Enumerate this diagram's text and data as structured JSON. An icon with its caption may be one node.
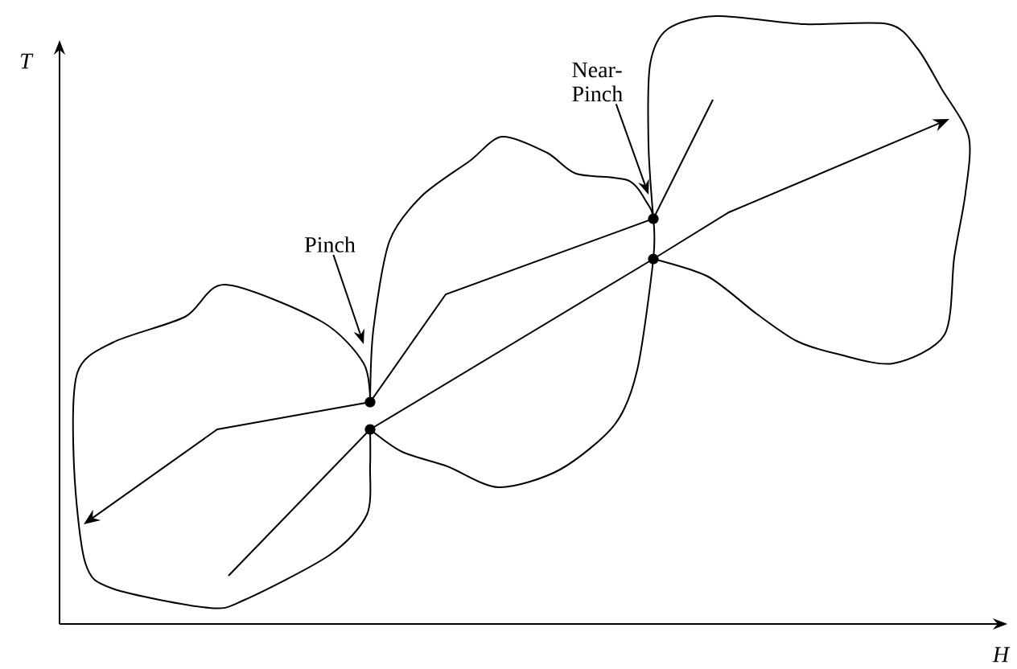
{
  "diagram": {
    "nodes": [
      {
        "text": [
          "Pinch"
        ]
      },
      {
        "text": [
          "Near-Pinch"
        ]
      }
    ],
    "edges": [
      {
        "from": 0,
        "to": null,
        "arrow": "to"
      },
      {
        "from": 1,
        "to": null,
        "arrow": "to"
      }
    ],
    "labels": [
      "T",
      "H"
    ]
  }
}
